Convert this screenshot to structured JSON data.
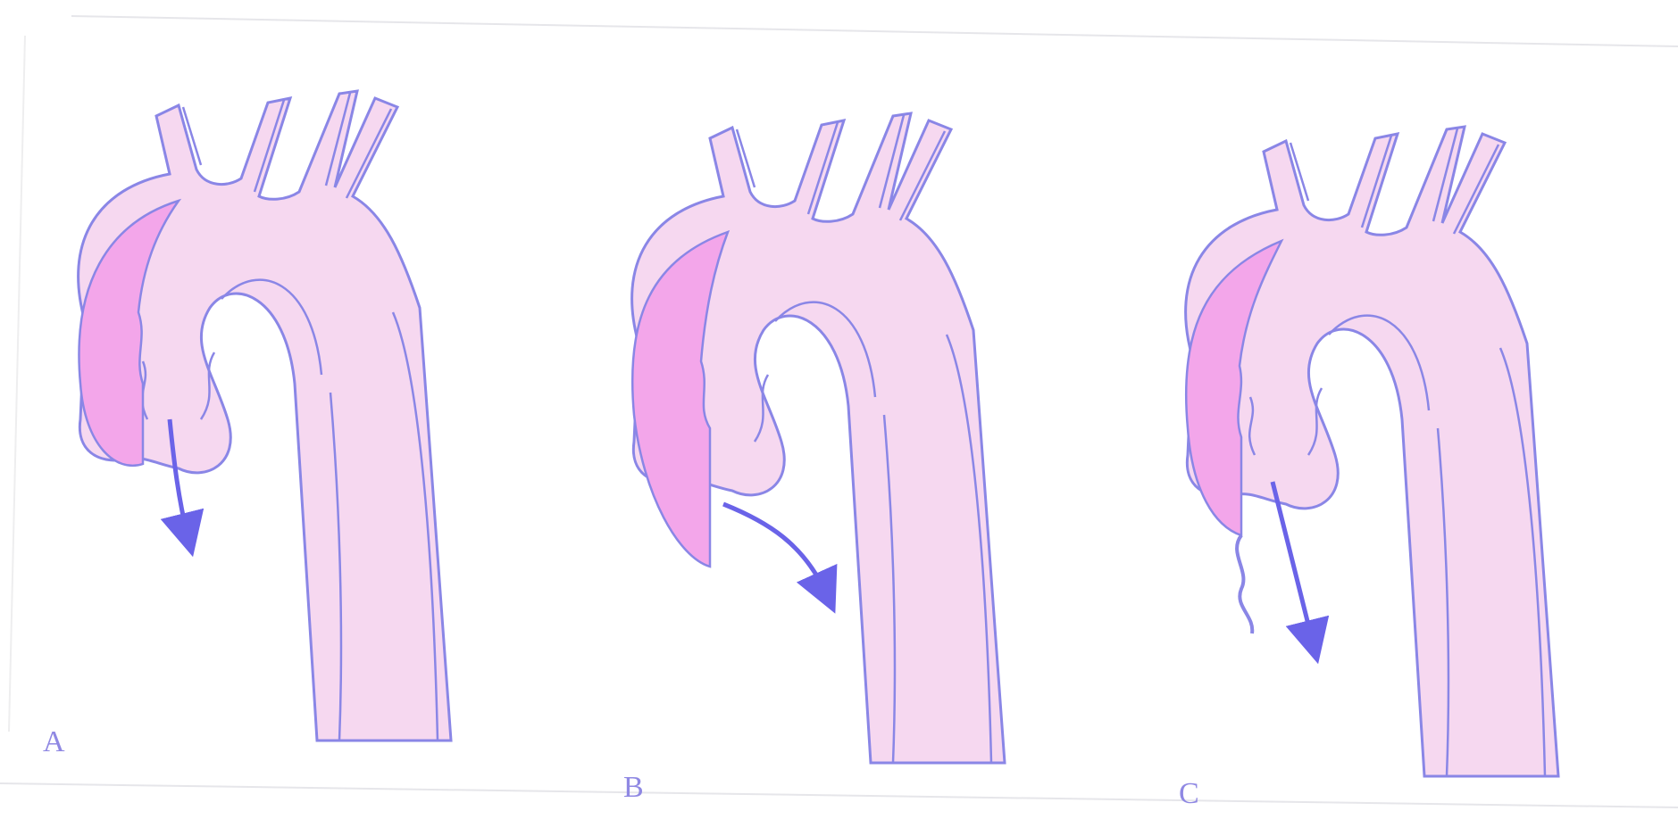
{
  "panels": [
    {
      "label": "A"
    },
    {
      "label": "B"
    },
    {
      "label": "C"
    }
  ],
  "colors": {
    "vessel_fill": "#f6d8f0",
    "vessel_outline": "#8a86e6",
    "dissection_fill": "#f3a6ea",
    "arrow": "#6a63e8",
    "label": "#8f88e3",
    "page_border": "#e6e6ea"
  }
}
